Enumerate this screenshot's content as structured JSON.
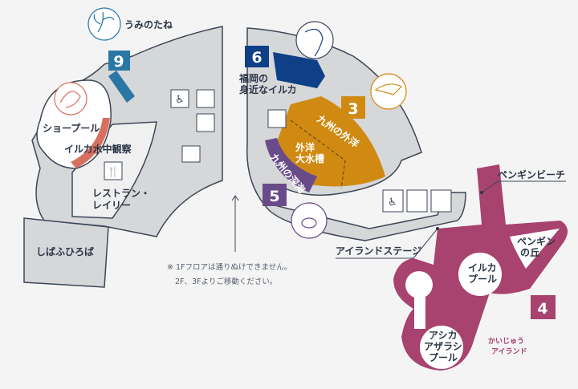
{
  "map": {
    "colors": {
      "background": "#f4f4f4",
      "building": "#d6d7d9",
      "outline": "#3c4757",
      "zone9": "#2a77a6",
      "zone6": "#0f3f86",
      "zone3": "#d08a12",
      "zone5": "#6a4b8a",
      "zone4": "#a8426f",
      "show_pool_window": "#d9705f"
    },
    "zones": [
      {
        "number": "9",
        "name": "うみのたね"
      },
      {
        "number": "6",
        "name_line1": "福岡の",
        "name_line2": "身近なイルカ"
      },
      {
        "number": "3",
        "name": "九州の外洋",
        "tank_line1": "外洋",
        "tank_line2": "大水槽"
      },
      {
        "number": "5",
        "name": "九州の深海"
      },
      {
        "number": "4",
        "name": "かいじゅうアイランド"
      }
    ],
    "places": {
      "show_pool": "ショープール",
      "dolphin_underwater": "イルカ水中観察",
      "restaurant_line1": "レストラン・",
      "restaurant_line2": "レイリー",
      "lawn_plaza": "しばふひろば",
      "penguin_beach": "ペンギンビーチ",
      "island_stage": "アイランドステージ",
      "penguin_hill_line1": "ペンギン",
      "penguin_hill_line2": "の丘",
      "dolphin_pool_line1": "イルカ",
      "dolphin_pool_line2": "プール",
      "sealion_pool_line1": "アシカ",
      "sealion_pool_line2": "アザラシ",
      "sealion_pool_line3": "プール"
    },
    "kaiju_logo_line1": "かいじゅう",
    "kaiju_logo_line2": "アイランド",
    "note_line1": "※ 1Fフロアは通りぬけできません。",
    "note_line2": "2F、3Fよりご移動ください。"
  }
}
